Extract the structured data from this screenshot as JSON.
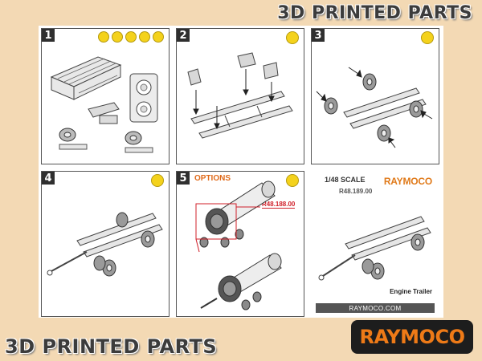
{
  "banner_top": "3D PRINTED PARTS",
  "banner_bottom": "3D PRINTED PARTS",
  "steps": [
    {
      "number": "1"
    },
    {
      "number": "2"
    },
    {
      "number": "3"
    },
    {
      "number": "4"
    },
    {
      "number": "5",
      "label": "OPTIONS",
      "part_codes": [
        "R48.188.00"
      ]
    }
  ],
  "product_panel": {
    "scale": "1/48 SCALE",
    "code": "R48.189.00",
    "brand": "RAYMOCO",
    "name": "Engine Trailer",
    "url": "RAYMOCO.COM"
  },
  "logo": "RAYMOCO",
  "colors": {
    "background": "#f3d9b4",
    "accent": "#ee7a17",
    "badge": "#f4d21c",
    "part_tag": "#d0202a"
  }
}
